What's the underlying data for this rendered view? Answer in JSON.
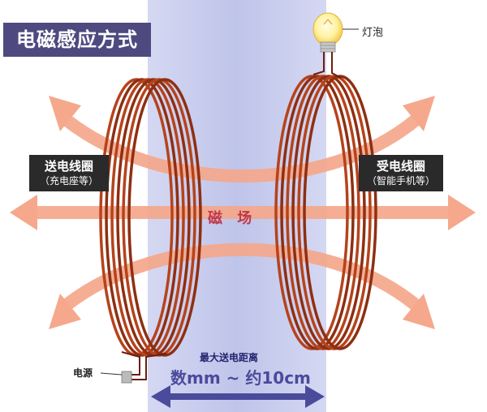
{
  "title": "电磁感应方式",
  "send_coil": {
    "name": "送电线圈",
    "note": "（充电座等）"
  },
  "receive_coil": {
    "name": "受电线圈",
    "note": "（智能手机等）"
  },
  "field_label": "磁 场",
  "bulb_label": "灯泡",
  "power_label": "电源",
  "distance": {
    "title": "最大送电距离",
    "value": "数mm ~ 约10cm"
  },
  "colors": {
    "title_bg": "#4e4a80",
    "coil": "#b5431c",
    "arrow": "#f5a88c",
    "field_band": "#cfd3ef",
    "distance_arrow": "#4a4b9b"
  }
}
